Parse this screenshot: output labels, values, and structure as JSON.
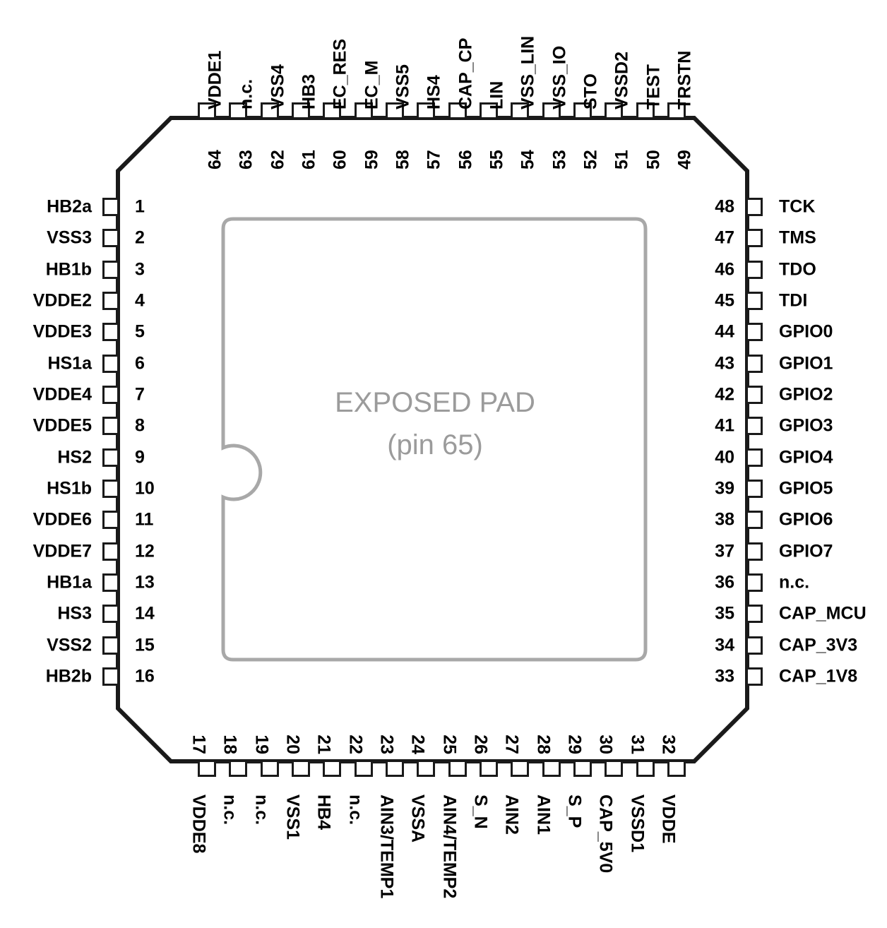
{
  "package": {
    "exposed_pad_label": "EXPOSED PAD",
    "exposed_pad_pin": "(pin 65)",
    "body_color": "#1a1a1a",
    "pad_outline_color": "#1a1a1a",
    "exposed_pad_color": "#9b9b9b",
    "label_color": "#000000",
    "background_color": "#ffffff"
  },
  "pins": {
    "left": [
      {
        "num": "1",
        "name": "HB2a"
      },
      {
        "num": "2",
        "name": "VSS3"
      },
      {
        "num": "3",
        "name": "HB1b"
      },
      {
        "num": "4",
        "name": "VDDE2"
      },
      {
        "num": "5",
        "name": "VDDE3"
      },
      {
        "num": "6",
        "name": "HS1a"
      },
      {
        "num": "7",
        "name": "VDDE4"
      },
      {
        "num": "8",
        "name": "VDDE5"
      },
      {
        "num": "9",
        "name": "HS2"
      },
      {
        "num": "10",
        "name": "HS1b"
      },
      {
        "num": "11",
        "name": "VDDE6"
      },
      {
        "num": "12",
        "name": "VDDE7"
      },
      {
        "num": "13",
        "name": "HB1a"
      },
      {
        "num": "14",
        "name": "HS3"
      },
      {
        "num": "15",
        "name": "VSS2"
      },
      {
        "num": "16",
        "name": "HB2b"
      }
    ],
    "bottom": [
      {
        "num": "17",
        "name": "VDDE8"
      },
      {
        "num": "18",
        "name": "n.c."
      },
      {
        "num": "19",
        "name": "n.c."
      },
      {
        "num": "20",
        "name": "VSS1"
      },
      {
        "num": "21",
        "name": "HB4"
      },
      {
        "num": "22",
        "name": "n.c."
      },
      {
        "num": "23",
        "name": "AIN3/TEMP1"
      },
      {
        "num": "24",
        "name": "VSSA"
      },
      {
        "num": "25",
        "name": "AIN4/TEMP2"
      },
      {
        "num": "26",
        "name": "S_N"
      },
      {
        "num": "27",
        "name": "AIN2"
      },
      {
        "num": "28",
        "name": "AIN1"
      },
      {
        "num": "29",
        "name": "S_P"
      },
      {
        "num": "30",
        "name": "CAP_5V0"
      },
      {
        "num": "31",
        "name": "VSSD1"
      },
      {
        "num": "32",
        "name": "VDDE"
      }
    ],
    "right": [
      {
        "num": "48",
        "name": "TCK"
      },
      {
        "num": "47",
        "name": "TMS"
      },
      {
        "num": "46",
        "name": "TDO"
      },
      {
        "num": "45",
        "name": "TDI"
      },
      {
        "num": "44",
        "name": "GPIO0"
      },
      {
        "num": "43",
        "name": "GPIO1"
      },
      {
        "num": "42",
        "name": "GPIO2"
      },
      {
        "num": "41",
        "name": "GPIO3"
      },
      {
        "num": "40",
        "name": "GPIO4"
      },
      {
        "num": "39",
        "name": "GPIO5"
      },
      {
        "num": "38",
        "name": "GPIO6"
      },
      {
        "num": "37",
        "name": "GPIO7"
      },
      {
        "num": "36",
        "name": "n.c."
      },
      {
        "num": "35",
        "name": "CAP_MCU"
      },
      {
        "num": "34",
        "name": "CAP_3V3"
      },
      {
        "num": "33",
        "name": "CAP_1V8"
      }
    ],
    "top": [
      {
        "num": "64",
        "name": "VDDE1"
      },
      {
        "num": "63",
        "name": "n.c."
      },
      {
        "num": "62",
        "name": "VSS4"
      },
      {
        "num": "61",
        "name": "HB3"
      },
      {
        "num": "60",
        "name": "EC_RES"
      },
      {
        "num": "59",
        "name": "EC_M"
      },
      {
        "num": "58",
        "name": "VSS5"
      },
      {
        "num": "57",
        "name": "HS4"
      },
      {
        "num": "56",
        "name": "CAP_CP"
      },
      {
        "num": "55",
        "name": "LIN"
      },
      {
        "num": "54",
        "name": "VSS_LIN"
      },
      {
        "num": "53",
        "name": "VSS_IO"
      },
      {
        "num": "52",
        "name": "STO"
      },
      {
        "num": "51",
        "name": "VSSD2"
      },
      {
        "num": "50",
        "name": "TEST"
      },
      {
        "num": "49",
        "name": "TRSTN"
      }
    ]
  }
}
